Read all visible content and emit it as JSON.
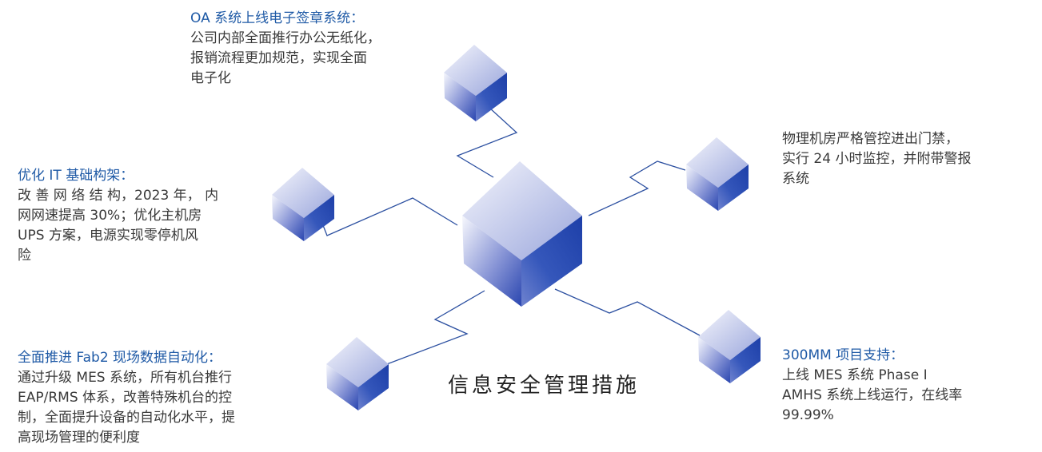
{
  "center_label": "信息安全管理措施",
  "colors": {
    "title_blue": "#1f5aa6",
    "cube_dark": "#1f47a8",
    "cube_light": "#eef0fb",
    "connector": "#2b4fa0"
  },
  "blocks": {
    "oa": {
      "title": "OA 系统上线电子签章系统：",
      "lines": [
        "公司内部全面推行办公无纸化，",
        "报销流程更加规范，实现全面",
        "电子化"
      ]
    },
    "it": {
      "title": "优化 IT 基础构架：",
      "lines": [
        "改 善 网 络 结 构，2023 年， 内",
        "网网速提高 30%；优化主机房",
        "UPS 方案，电源实现零停机风",
        "险"
      ]
    },
    "fab2": {
      "title": "全面推进 Fab2 现场数据自动化：",
      "lines": [
        "通过升级 MES 系统，所有机台推行",
        "EAP/RMS 体系，改善特殊机台的控",
        "制，全面提升设备的自动化水平，提",
        "高现场管理的便利度"
      ]
    },
    "room": {
      "lines": [
        "物理机房严格管控进出门禁，",
        "实行 24 小时监控，并附带警报",
        "系统"
      ]
    },
    "mm300": {
      "title": "300MM 项目支持：",
      "lines": [
        "上线 MES 系统 Phase I",
        "AMHS 系统上线运行，在线率",
        "99.99%"
      ]
    }
  }
}
